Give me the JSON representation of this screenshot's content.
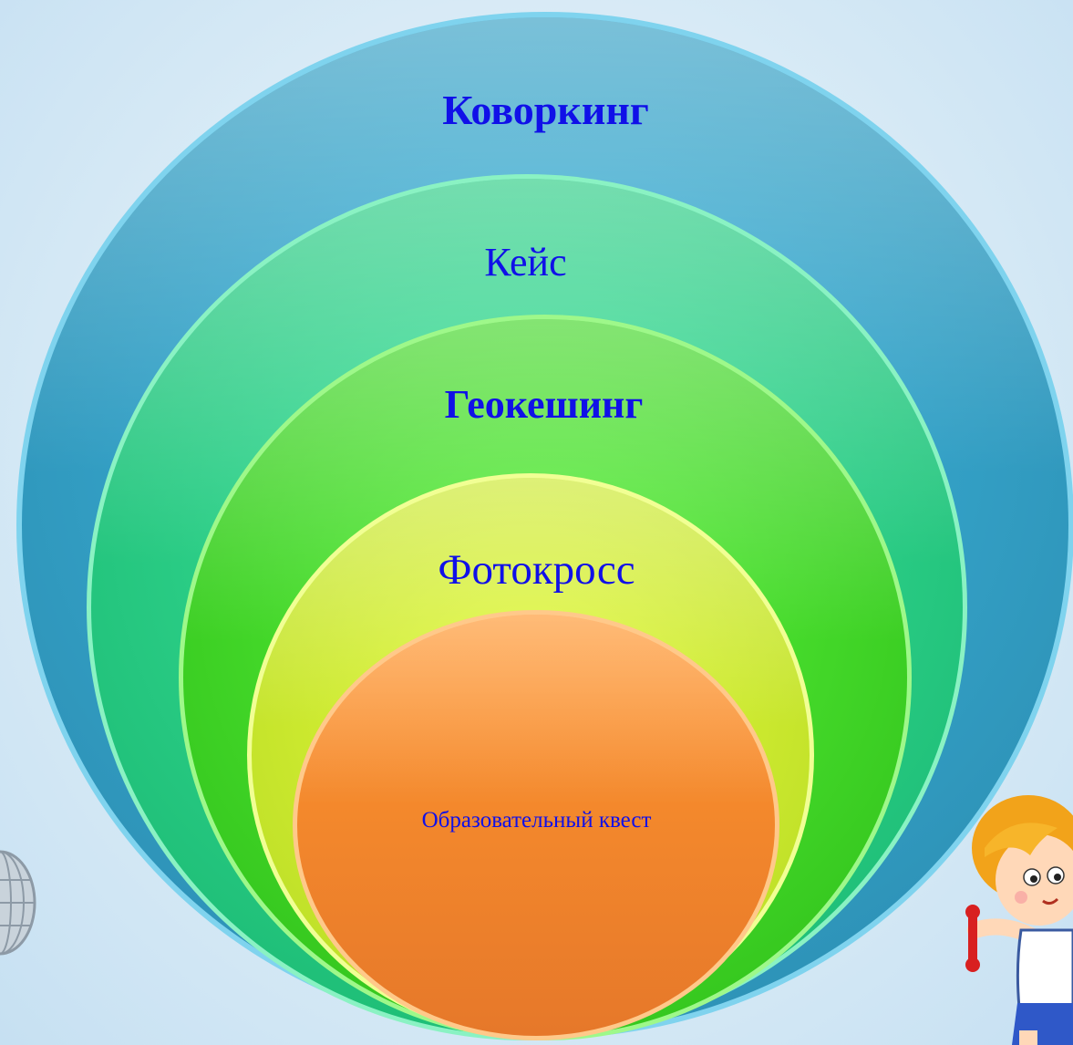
{
  "diagram": {
    "rings": [
      {
        "label": "Коворкинг",
        "color": "#37a8cf"
      },
      {
        "label": "Кейс",
        "color": "#35d68e"
      },
      {
        "label": "Геокешинг",
        "color": "#4fe636"
      },
      {
        "label": "Фотокросс",
        "color": "#d6ef34"
      },
      {
        "label": "Образовательный квест",
        "color": "#f58a2c"
      }
    ],
    "text_color": "#1010e8"
  }
}
